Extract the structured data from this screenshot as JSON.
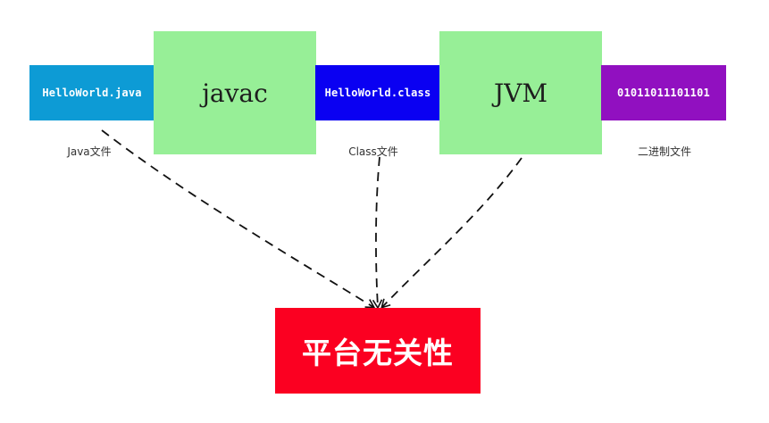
{
  "nodes": {
    "java_source": {
      "label": "HelloWorld.java",
      "caption": "Java文件",
      "color": "#0d9bd5"
    },
    "javac": {
      "label": "javac",
      "color": "#97ef97"
    },
    "class_file": {
      "label": "HelloWorld.class",
      "caption": "Class文件",
      "color": "#0a00f2"
    },
    "jvm": {
      "label": "JVM",
      "color": "#97ef97"
    },
    "binary": {
      "label": "01011011101101",
      "caption": "二进制文件",
      "color": "#9110c0"
    }
  },
  "result": {
    "label": "平台无关性",
    "color": "#fb0021"
  }
}
